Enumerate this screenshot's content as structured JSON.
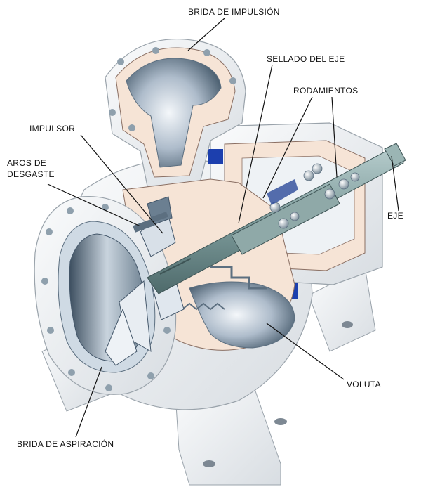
{
  "labels": {
    "brida_impulsion": "BRIDA DE IMPULSIÓN",
    "sellado_eje": "SELLADO DEL EJE",
    "rodamientos": "RODAMIENTOS",
    "impulsor": "IMPULSOR",
    "aros_desgaste_1": "AROS DE",
    "aros_desgaste_2": "DESGASTE",
    "eje": "EJE",
    "voluta": "VOLUTA",
    "brida_aspiracion": "BRIDA DE ASPIRACIÓN"
  },
  "colors": {
    "casing": "#f6e4d6",
    "casing_edge": "#8a6f63",
    "metal_dark": "#5c6f80",
    "metal_light": "#dfe7ef",
    "shaft": "#6d8c8d",
    "flange_gray": "#eceff2",
    "bolt": "#8fa0ad",
    "seal_blue": "#1c3fae"
  }
}
